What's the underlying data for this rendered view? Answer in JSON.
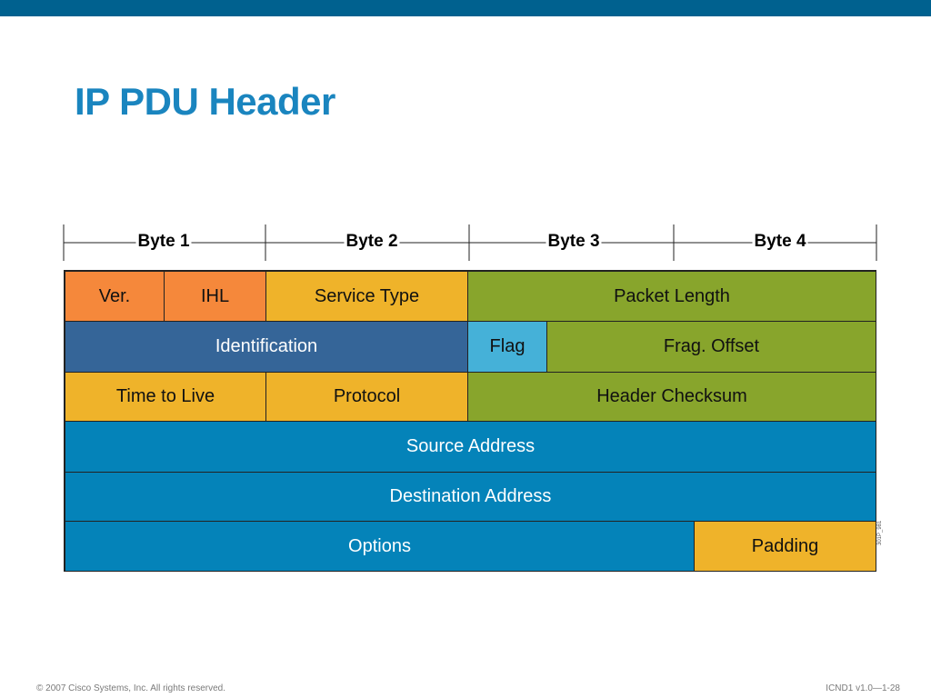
{
  "slide": {
    "title": "IP PDU Header",
    "figure_id": "301P_981",
    "footer_left": "© 2007 Cisco Systems, Inc. All rights reserved.",
    "footer_right": "ICND1 v1.0—1-28"
  },
  "bytes": [
    "Byte 1",
    "Byte 2",
    "Byte 3",
    "Byte 4"
  ],
  "fields": {
    "version": "Ver.",
    "ihl": "IHL",
    "service_type": "Service Type",
    "packet_length": "Packet Length",
    "identification": "Identification",
    "flag": "Flag",
    "frag_offset": "Frag. Offset",
    "ttl": "Time to Live",
    "protocol": "Protocol",
    "header_checksum": "Header Checksum",
    "source_address": "Source Address",
    "destination_address": "Destination Address",
    "options": "Options",
    "padding": "Padding"
  },
  "colors": {
    "orange": "#f5883b",
    "gold": "#efb32a",
    "green": "#88a52c",
    "dark_blue": "#356598",
    "light_blue": "#45b1d8",
    "blue": "#0483b9",
    "title_blue": "#1a85bf"
  }
}
